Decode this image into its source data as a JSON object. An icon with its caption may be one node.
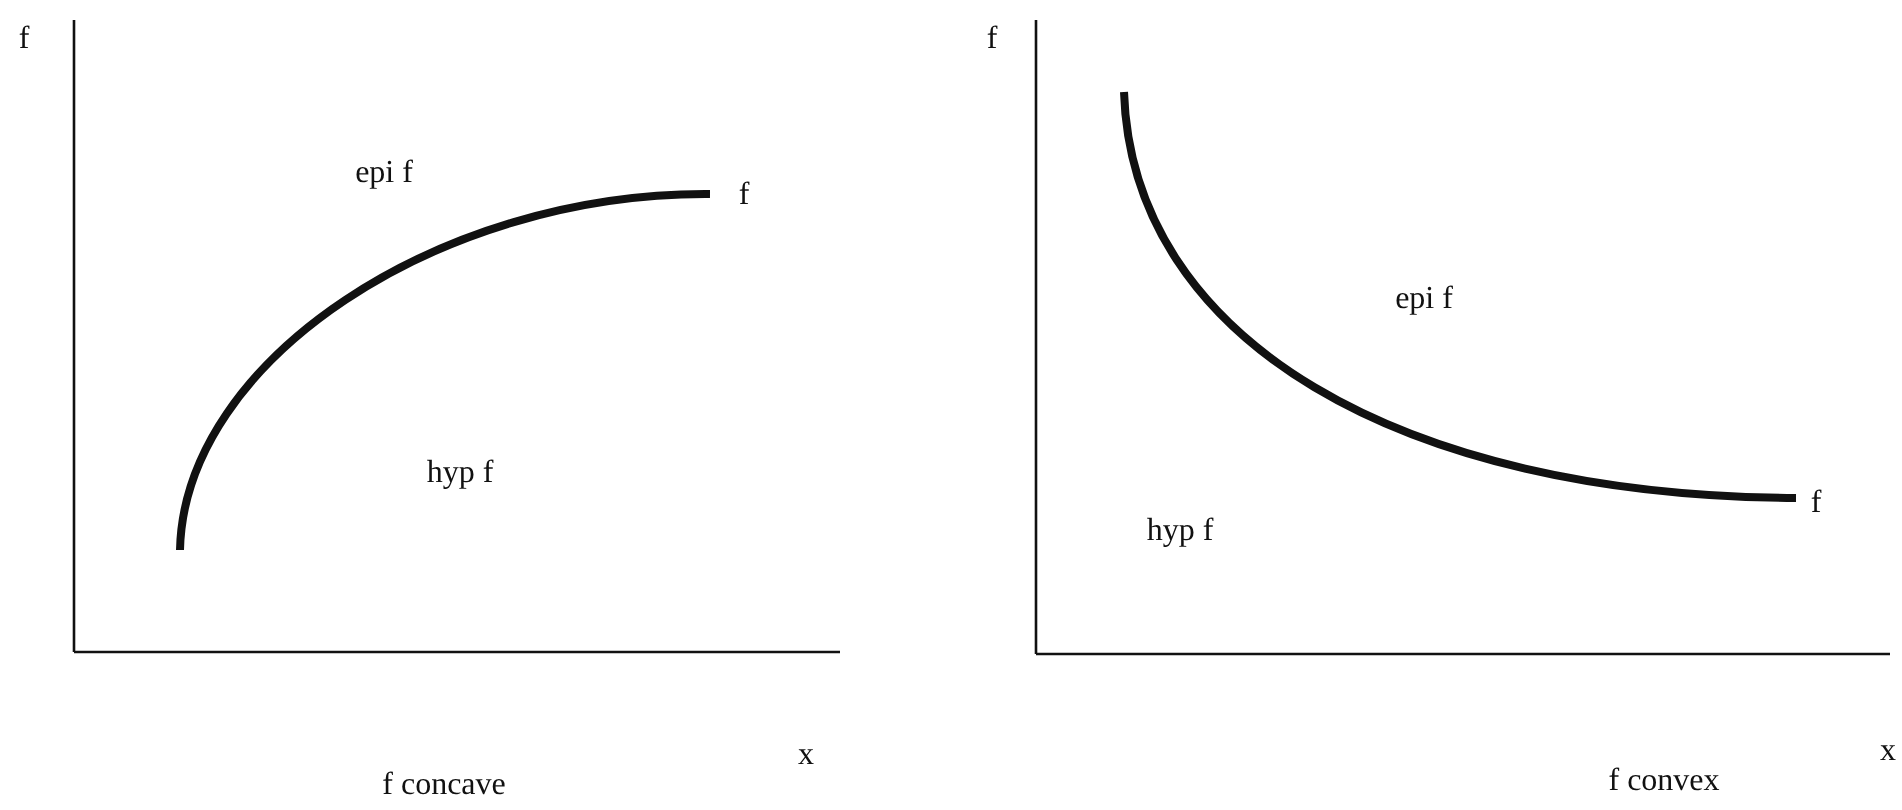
{
  "diagram": {
    "labels": [
      "f",
      "epi f",
      "f",
      "hyp f",
      "x",
      "f concave",
      "f",
      "epi f",
      "hyp f",
      "f",
      "x",
      "f convex"
    ]
  }
}
